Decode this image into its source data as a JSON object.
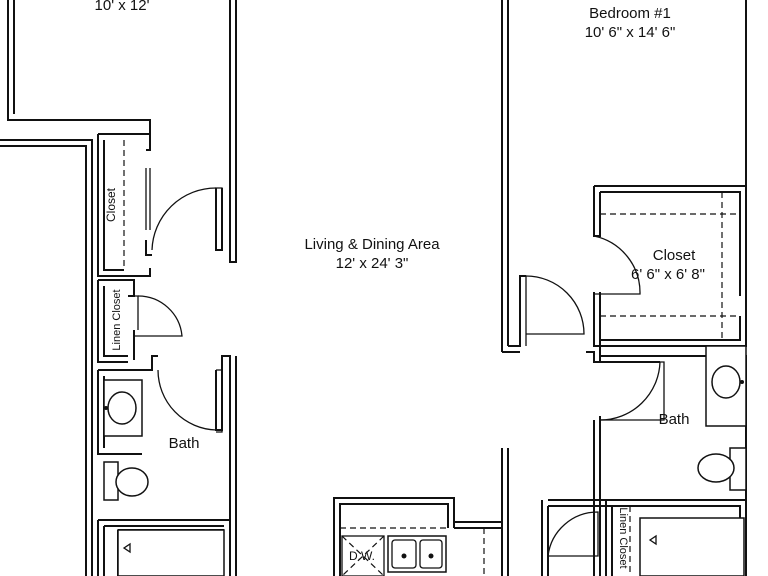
{
  "rooms": {
    "top_left": {
      "dims": "10' x 12'"
    },
    "bedroom1": {
      "name": "Bedroom #1",
      "dims": "10' 6\" x 14' 6\""
    },
    "living": {
      "name": "Living & Dining Area",
      "dims": "12' x 24' 3\""
    },
    "closet_main": {
      "name": "Closet",
      "dims": "6' 6\" x 6' 8\""
    },
    "closet_left": {
      "name": "Closet"
    },
    "linen_left": {
      "name": "Linen Closet"
    },
    "bath_left": {
      "name": "Bath"
    },
    "bath_right": {
      "name": "Bath"
    },
    "linen_right": {
      "name": "Linen Closet"
    },
    "dishwasher": {
      "name": "D.W."
    }
  }
}
